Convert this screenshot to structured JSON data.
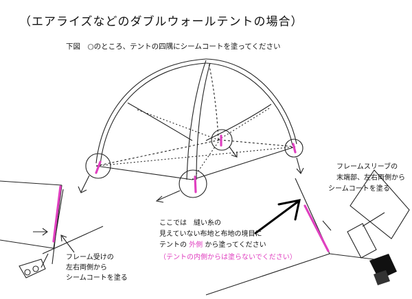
{
  "title": "（エアライズなどのダブルウォールテントの場合）",
  "subtitle": "下図　○のところ、テントの四隅にシームコートを塗ってください",
  "note_left": [
    "フレーム受けの",
    "左右両側から",
    "シームコートを塗る"
  ],
  "note_right": [
    "フレームスリーブの",
    "末端部、左右両側から",
    "シームコートを塗る"
  ],
  "note_center": {
    "line1": "ここでは　縫い糸の",
    "line2": "見えていない布地と布地の境目に",
    "line3_pre": "テントの",
    "line3_outer": "外側",
    "line3_post": "から塗ってください",
    "line4": "（テントの内側からは塗らないでください）"
  },
  "colors": {
    "accent": "#e040c0",
    "line": "#222222"
  },
  "icons": [
    "arrow-icon",
    "circle-marker-icon"
  ]
}
